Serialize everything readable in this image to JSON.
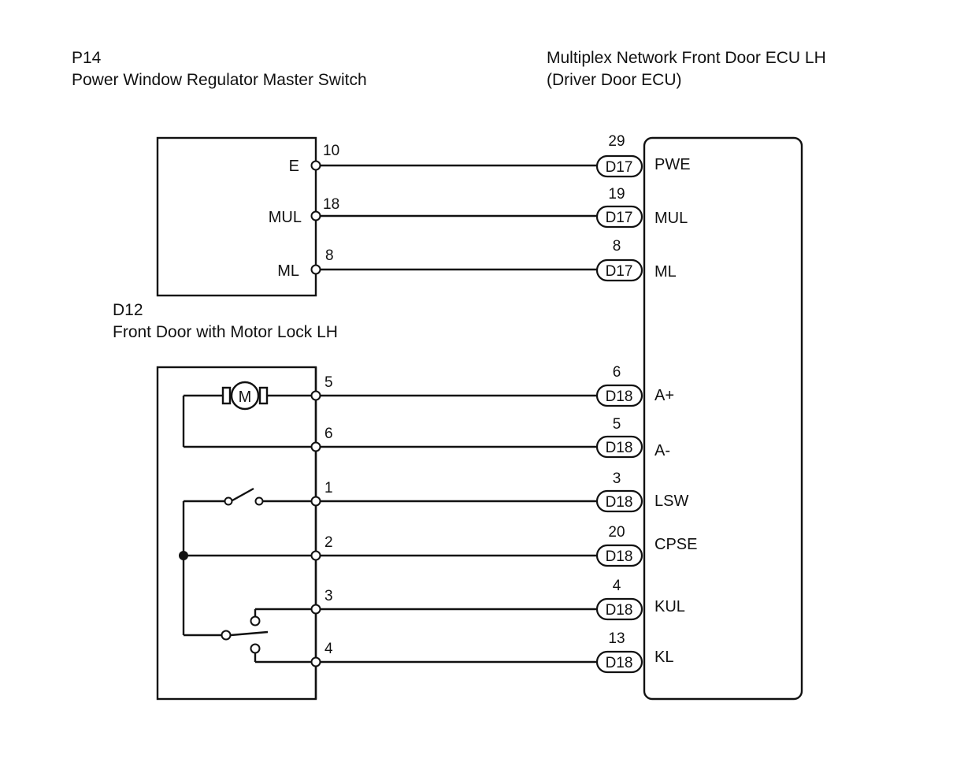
{
  "switch_component": {
    "code": "P14",
    "name": "Power Window Regulator Master Switch"
  },
  "ecu_component": {
    "name_line1": "Multiplex Network Front Door ECU LH",
    "name_line2": "(Driver Door ECU)"
  },
  "door_component": {
    "code": "D12",
    "name": "Front Door with Motor Lock LH"
  },
  "switch_pins": [
    {
      "name": "E",
      "pin": "10"
    },
    {
      "name": "MUL",
      "pin": "18"
    },
    {
      "name": "ML",
      "pin": "8"
    }
  ],
  "door_pins": [
    "5",
    "6",
    "1",
    "2",
    "3",
    "4"
  ],
  "ecu_terminals": [
    {
      "connector": "D17",
      "pin": "29",
      "label": "PWE"
    },
    {
      "connector": "D17",
      "pin": "19",
      "label": "MUL"
    },
    {
      "connector": "D17",
      "pin": "8",
      "label": "ML"
    },
    {
      "connector": "D18",
      "pin": "6",
      "label": "A+"
    },
    {
      "connector": "D18",
      "pin": "5",
      "label": "A-"
    },
    {
      "connector": "D18",
      "pin": "3",
      "label": "LSW"
    },
    {
      "connector": "D18",
      "pin": "20",
      "label": "CPSE"
    },
    {
      "connector": "D18",
      "pin": "4",
      "label": "KUL"
    },
    {
      "connector": "D18",
      "pin": "13",
      "label": "KL"
    }
  ],
  "motor_symbol": "M"
}
